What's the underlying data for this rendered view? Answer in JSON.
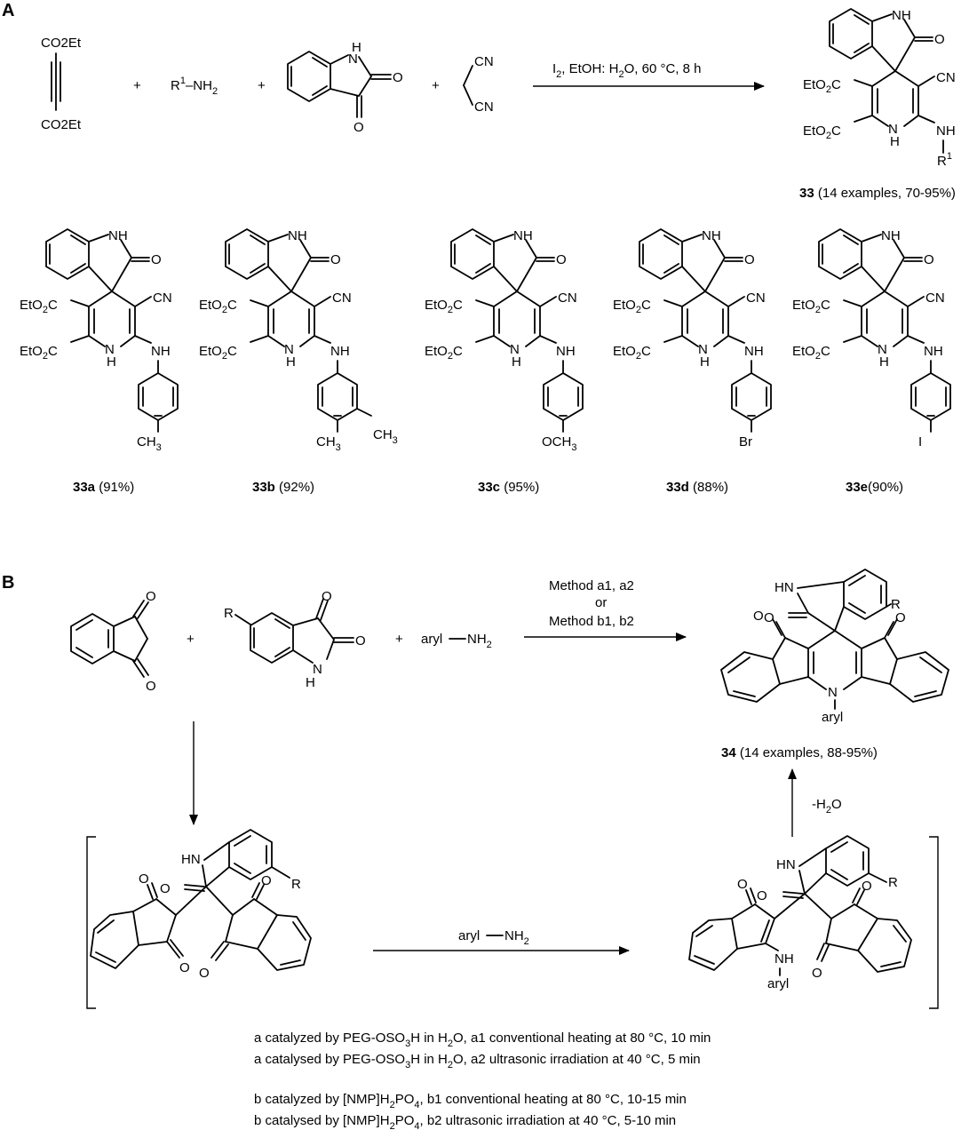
{
  "panels": {
    "a": "A",
    "b": "B"
  },
  "panelA": {
    "reagent_ester": "CO2Et",
    "plus": "+",
    "amine_r": "R",
    "amine_sup": "1",
    "amine_rest": "–NH",
    "amine_sub": "2",
    "cn": "CN",
    "nh": "NH",
    "n_h": "H",
    "n": "N",
    "o": "O",
    "conditions": {
      "i": "I",
      "i_sub": "2",
      "rest": ", EtOH: H",
      "h_sub": "2",
      "tail": "O, 60 °C, 8 h"
    },
    "product_label": {
      "num": "33",
      "rest": " (14 examples, 70-95%)"
    },
    "ester_ring": "EtO2C",
    "r1_r": "R",
    "r1_sup": "1",
    "examples": [
      {
        "num": "33a",
        "yield": " (91%)",
        "sub1": "CH3",
        "sub2": ""
      },
      {
        "num": "33b",
        "yield": " (92%)",
        "sub1": "CH3",
        "sub2": "CH3"
      },
      {
        "num": "33c",
        "yield": " (95%)",
        "sub1": "OCH3",
        "sub2": ""
      },
      {
        "num": "33d",
        "yield": " (88%)",
        "sub1": "Br",
        "sub2": ""
      },
      {
        "num": "33e",
        "yield": "(90%)",
        "sub1": "I",
        "sub2": ""
      }
    ]
  },
  "panelB": {
    "r": "R",
    "aryl_nh2": "aryl",
    "aryl_nh2_rest": "NH",
    "nh2_sub": "2",
    "method_line1": "Method a1, a2",
    "method_line2": "or",
    "method_line3": "Method b1, b2",
    "product_label": {
      "num": "34",
      "rest": " (14 examples, 88-95%)"
    },
    "minus_water": "-H",
    "minus_water_sub": "2",
    "minus_water_tail": "O",
    "aryl": "aryl",
    "n": "N",
    "hn": "HN",
    "o": "O",
    "notes": [
      {
        "pre": "a catalyzed by PEG-OSO",
        "s1": "3",
        "mid": "H in H",
        "s2": "2",
        "post": "O, a1 conventional heating at 80 °C, 10 min"
      },
      {
        "pre": "a catalysed by PEG-OSO",
        "s1": "3",
        "mid": "H in H",
        "s2": "2",
        "post": "O, a2 ultrasonic irradiation at 40 °C, 5 min"
      },
      {
        "pre": "b catalyzed by [NMP]H",
        "s1": "2",
        "mid": "PO",
        "s2": "4",
        "post": ", b1 conventional heating at 80 °C, 10-15 min"
      },
      {
        "pre": "b catalysed by [NMP]H",
        "s1": "2",
        "mid": "PO",
        "s2": "4",
        "post": ", b2 ultrasonic irradiation at 40 °C, 5-10 min"
      }
    ]
  }
}
